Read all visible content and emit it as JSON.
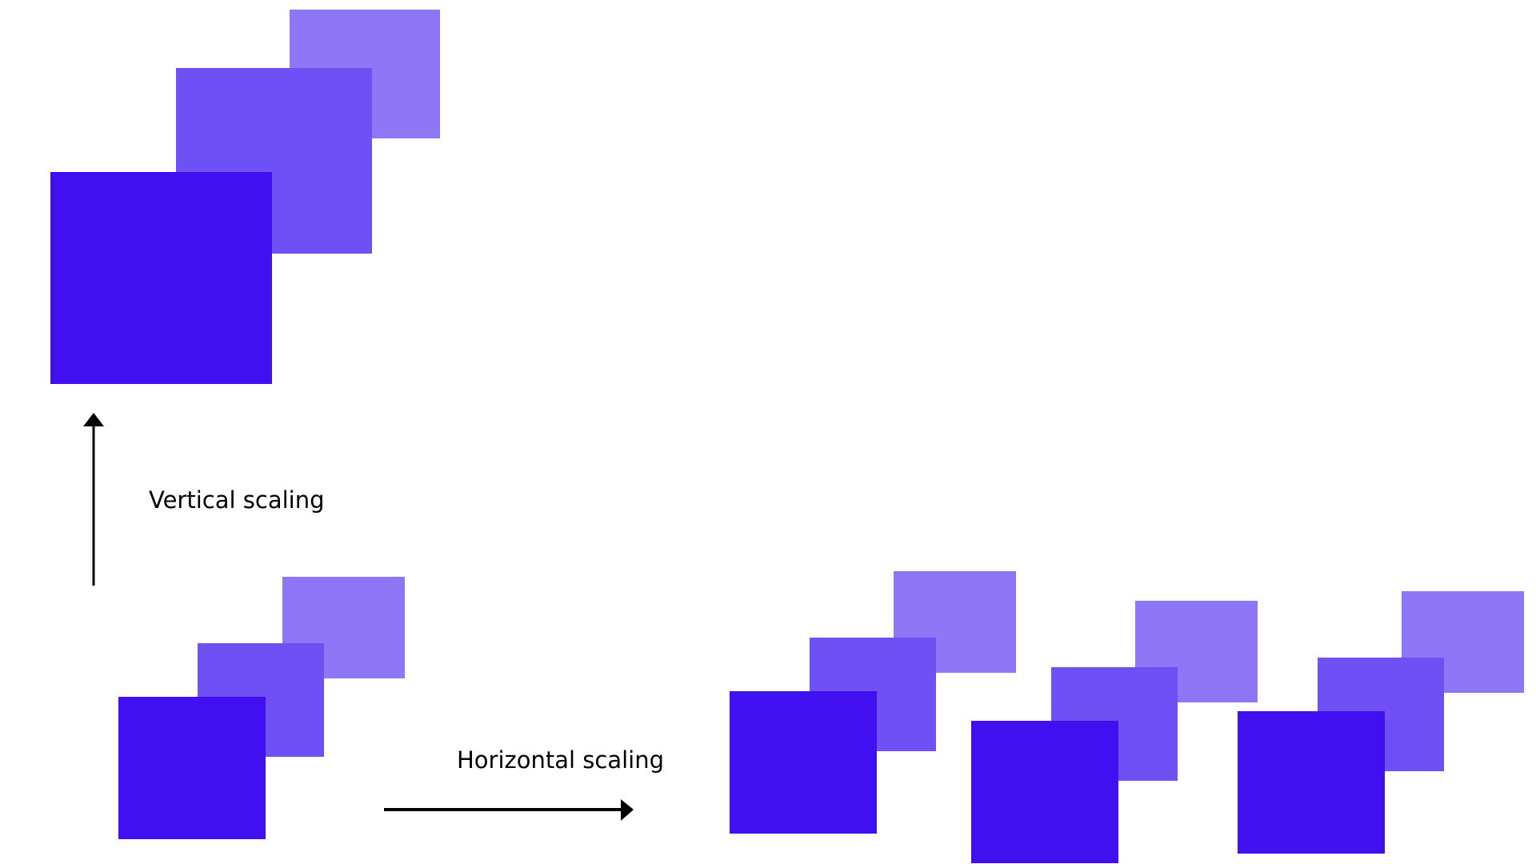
{
  "colors": {
    "front": "#4010f0",
    "middle": "#6e50f4",
    "back": "#8e76f6",
    "arrow": "#000000",
    "background": "#ffffff"
  },
  "labels": {
    "vertical": "Vertical scaling",
    "horizontal": "Horizontal scaling"
  },
  "groups": {
    "vertical_scaled": {
      "layers": [
        "back",
        "middle",
        "front"
      ]
    },
    "base": {
      "layers": [
        "back",
        "middle",
        "front"
      ]
    },
    "horizontal_replicas": [
      {
        "layers": [
          "back",
          "middle",
          "front"
        ]
      },
      {
        "layers": [
          "back",
          "middle",
          "front"
        ]
      },
      {
        "layers": [
          "back",
          "middle",
          "front"
        ]
      }
    ]
  }
}
